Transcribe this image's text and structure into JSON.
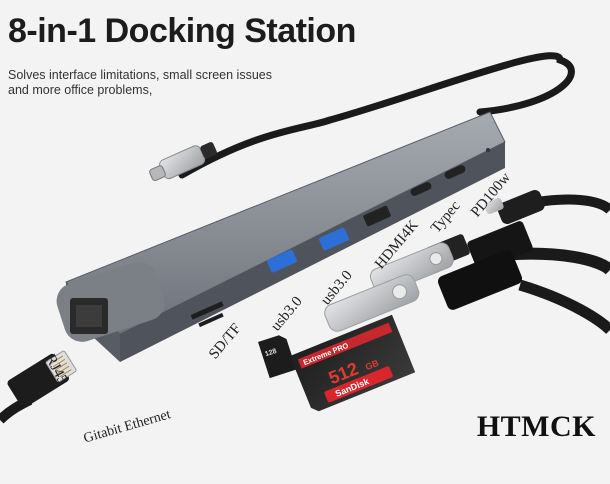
{
  "header": {
    "title": "8-in-1 Docking Station",
    "subtitle_line1": "Solves interface limitations, small screen issues",
    "subtitle_line2": "and more office problems,"
  },
  "ports": {
    "rj45": "RJ45",
    "sdtf": "SD/TF",
    "usb_a": "usb3.0",
    "usb_b": "usb3.0",
    "hdmi": "HDMI4K",
    "typec": "Typec",
    "pd": "PD100w",
    "ethernet": "Gitabit Ethernet"
  },
  "sd_card": {
    "line1": "Extreme PRO",
    "capacity": "512",
    "unit": "GB",
    "brand": "SanDisk"
  },
  "brand_mark": "HTMCK",
  "colors": {
    "hub_body": "#8e929a",
    "hub_face": "#50545c",
    "cable": "#1a1a1a",
    "usb_blue": "#2c6fd6",
    "metal": "#c7c9cc"
  }
}
